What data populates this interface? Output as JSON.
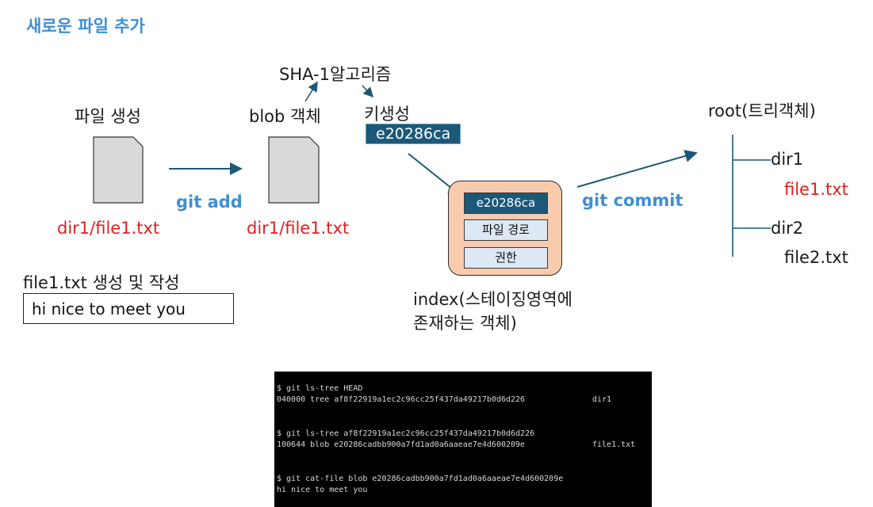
{
  "title": "새로운 파일 추가",
  "labels": {
    "file_create": "파일 생성",
    "blob_object": "blob 객체",
    "sha": "SHA-1알고리즘",
    "keygen": "키생성",
    "hash_short": "e20286ca",
    "root": "root(트리객체)",
    "dir1": "dir1",
    "file1": "file1.txt",
    "dir2": "dir2",
    "file2": "file2.txt",
    "path1": "dir1/file1.txt",
    "path2": "dir1/file1.txt",
    "git_add": "git add",
    "git_commit": "git commit"
  },
  "index": {
    "hash": "e20286ca",
    "path": "파일 경로",
    "perm": "권한",
    "caption_line1": "index(스테이징영역에",
    "caption_line2": "존재하는 객체)"
  },
  "file_content": {
    "label": "file1.txt 생성 및 작성",
    "text": "hi nice to meet you"
  },
  "terminal": {
    "lines": [
      "$ git ls-tree HEAD",
      "040000 tree af8f22919a1ec2c96cc25f437da49217b0d6d226",
      "$ git ls-tree af8f22919a1ec2c96cc25f437da49217b0d6d226",
      "100644 blob e20286cadbb900a7fd1ad0a6aaeae7e4d600209e",
      "$ git cat-file blob e20286cadbb900a7fd1ad0a6aaeae7e4d600209e",
      "hi nice to meet you"
    ],
    "file_cols": [
      "dir1",
      "file1.txt"
    ]
  },
  "colors": {
    "accent_blue": "#3f8fd2",
    "red": "#e41e1e",
    "hash_bg": "#1c5878",
    "index_bg": "#f8cbad"
  }
}
